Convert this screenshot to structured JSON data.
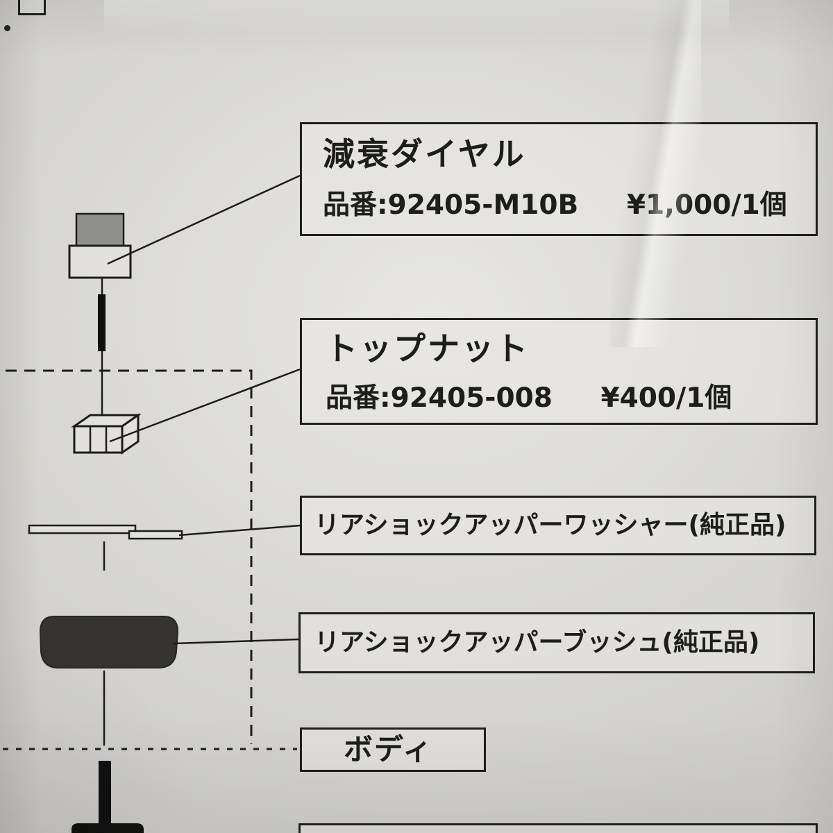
{
  "document": {
    "kind": "exploded-parts-diagram",
    "colors": {
      "paper": "#dcdbd7",
      "ink": "#1c1c1a",
      "bush_fill": "#343330",
      "rod_fill": "#101010",
      "dial_cap_fill": "#8f8f8d"
    }
  },
  "callouts": [
    {
      "title": "減衰ダイヤル",
      "part_no": "品番:92405-M10B",
      "price": "¥1,000/1個"
    },
    {
      "title": "トップナット",
      "part_no": "品番:92405-008",
      "price": "¥400/1個"
    },
    {
      "title": "リアショックアッパーワッシャー(純正品)"
    },
    {
      "title": "リアショックアッパーブッシュ(純正品)"
    },
    {
      "title": "ボディ"
    }
  ]
}
